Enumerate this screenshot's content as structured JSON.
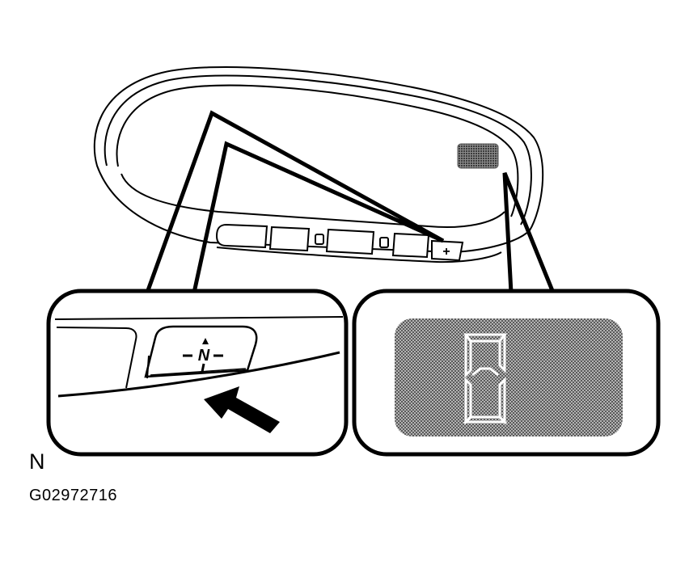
{
  "view_label": "N",
  "figure_id": "G02972716",
  "compass_button": {
    "letter": "N"
  },
  "plus_button": {
    "symbol": "+"
  },
  "palette": {
    "line": "#000000",
    "fill": "#ffffff",
    "display_dark": "#6e6e6e",
    "display_light": "#b4b4b4",
    "arrow": "#000000"
  }
}
